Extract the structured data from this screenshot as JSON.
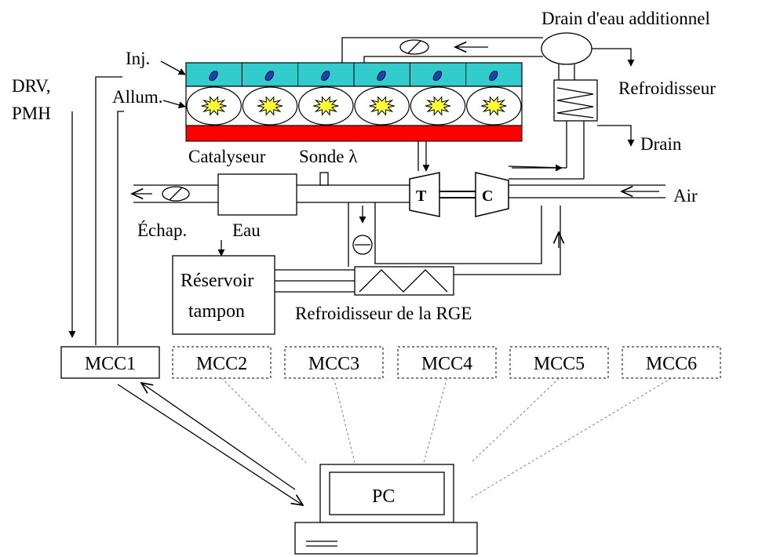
{
  "labels": {
    "drv": "DRV,",
    "pmh": "PMH",
    "inj": "Inj.",
    "allum": "Allum.",
    "drain_eau_additionnel": "Drain d'eau additionnel",
    "refroidisseur": "Refroidisseur",
    "drain": "Drain",
    "catalyseur": "Catalyseur",
    "sonde": "Sonde λ",
    "air": "Air",
    "echap": "Échap.",
    "eau": "Eau",
    "turbine": "T",
    "compresseur": "C",
    "reservoir_line1": "Réservoir",
    "reservoir_line2": "tampon",
    "refroidisseur_rge": "Refroidisseur de la RGE",
    "pc": "PC"
  },
  "mcc_units": [
    "MCC1",
    "MCC2",
    "MCC3",
    "MCC4",
    "MCC5",
    "MCC6"
  ],
  "cylinders": 6,
  "colors": {
    "injector_rail": "#33cccc",
    "injector_drop": "#1f3fb3",
    "spark": "#ffff33",
    "exhaust_manifold": "#ff0000",
    "line": "#000000",
    "dashed_link": "#808080"
  }
}
